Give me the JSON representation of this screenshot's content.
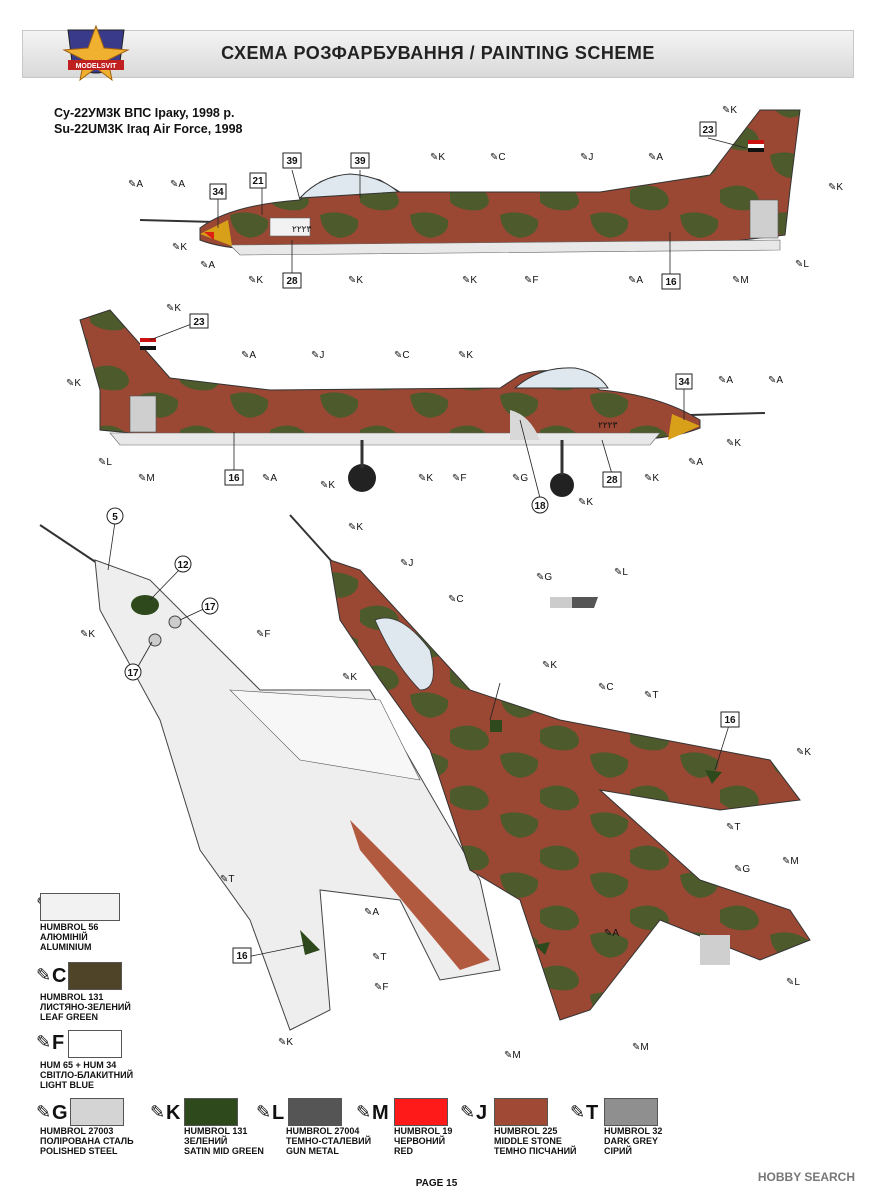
{
  "header": {
    "title": "СХЕМА РОЗФАРБУВАННЯ / PAINTING SCHEME",
    "logo_text": "MODELSVIT"
  },
  "subtitle": {
    "line1": "Су-22УМ3К ВПС Іраку, 1998 р.",
    "line2": "Su-22UM3K Iraq Air Force, 1998"
  },
  "callouts": {
    "n34": "34",
    "n21": "21",
    "n39": "39",
    "n28": "28",
    "n23": "23",
    "n16": "16",
    "n18": "18",
    "n5": "5",
    "n12": "12",
    "n17": "17"
  },
  "letters": {
    "A": "A",
    "C": "C",
    "F": "F",
    "G": "G",
    "J": "J",
    "K": "K",
    "L": "L",
    "M": "M",
    "T": "T"
  },
  "serial": "۲۲۲۳",
  "legend": [
    {
      "key": "A",
      "color": "#f2f2f2",
      "line1": "HUMBROL 56",
      "line2": "АЛЮМІНІЙ",
      "line3": "ALUMINIUM"
    },
    {
      "key": "C",
      "color": "#4f4427",
      "line1": "HUMBROL 131",
      "line2": "ЛИСТЯНО-ЗЕЛЕНИЙ",
      "line3": "LEAF GREEN"
    },
    {
      "key": "F",
      "color": "#ffffff",
      "line1": "HUM 65 + HUM 34",
      "line2": "СВІТЛО-БЛАКИТНИЙ",
      "line3": "LIGHT BLUE"
    },
    {
      "key": "G",
      "color": "#d4d4d4",
      "line1": "HUMBROL 27003",
      "line2": "ПОЛІРОВАНА СТАЛЬ",
      "line3": "POLISHED STEEL"
    },
    {
      "key": "K",
      "color": "#2e4a1d",
      "line1": "HUMBROL 131",
      "line2": "ЗЕЛЕНИЙ",
      "line3": "SATIN MID GREEN"
    },
    {
      "key": "L",
      "color": "#555555",
      "line1": "HUMBROL 27004",
      "line2": "ТЕМНО-СТАЛЕВИЙ",
      "line3": "GUN METAL"
    },
    {
      "key": "M",
      "color": "#ff1a1a",
      "line1": "HUMBROL 19",
      "line2": "ЧЕРВОНИЙ",
      "line3": "RED"
    },
    {
      "key": "J",
      "color": "#a04a35",
      "line1": "HUMBROL 225",
      "line2": "MIDDLE STONE",
      "line3": "ТЕМНО ПІСЧАНИЙ"
    },
    {
      "key": "T",
      "color": "#8f8f8f",
      "line1": "HUMBROL 32",
      "line2": "DARK GREY",
      "line3": "СІРИЙ"
    }
  ],
  "footer": {
    "page": "PAGE 15",
    "watermark": "HOBBY SEARCH"
  },
  "colors": {
    "brown": "#9a4733",
    "green": "#4d5a2c",
    "white": "#f0f0f0"
  }
}
